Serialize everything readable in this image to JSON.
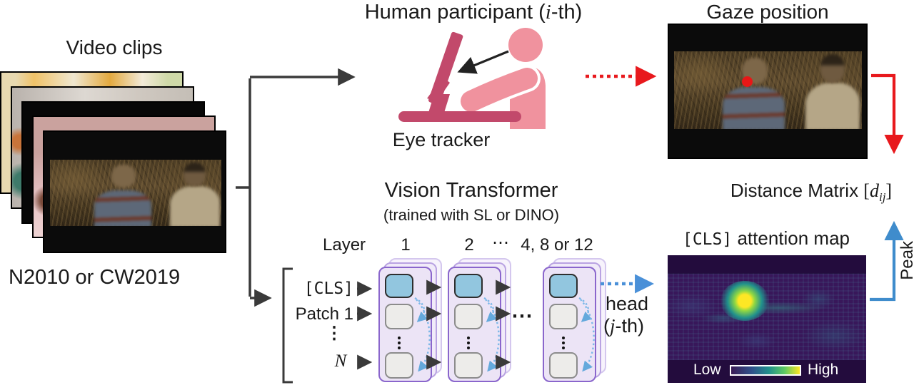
{
  "colors": {
    "line_black": "#3a3a3a",
    "arrow_red": "#e8191d",
    "arrow_blue": "#3f8ccc",
    "attention_arc_blue": "#7db8e8",
    "icon_pink_dark": "#c2496b",
    "icon_pink_light": "#f0929e",
    "block_border_purple": "#8a66cc",
    "block_fill_purple": "#ece4f6",
    "cls_token_blue": "#92c6df",
    "patch_token_gray": "#edecea",
    "heatmap_viridis_low": "#3b1c56",
    "heatmap_viridis_high": "#fde725",
    "gaze_dot_red": "#e81717"
  },
  "icons": {
    "eye_tracker": "person-seated-at-monitor-icon",
    "gaze_dot": "red-gaze-dot-icon",
    "token_vdots": "vertical-ellipsis-dots-icon"
  },
  "video_clips": {
    "title": "Video clips",
    "dataset_label": "N2010 or CW2019"
  },
  "participant": {
    "title_prefix": "Human participant (",
    "title_var": "i",
    "title_suffix": "-th)",
    "device_label": "Eye tracker"
  },
  "gaze": {
    "title": "Gaze position"
  },
  "distance_matrix": {
    "prefix": "Distance Matrix ",
    "open_bracket": "[",
    "var": "d",
    "subscript": "ij",
    "close_bracket": "]"
  },
  "vit": {
    "title": "Vision Transformer",
    "subtitle": "(trained with SL or DINO)",
    "layer_label": "Layer",
    "layer_ticks": [
      "1",
      "2",
      "⋯",
      "4, 8 or 12"
    ],
    "token_cls": "[CLS]",
    "token_patch": "Patch 1",
    "token_vdots": "⋮",
    "token_n": "N",
    "between_blocks_dots": "⋯",
    "head_label": "head",
    "head_prefix": "(",
    "head_var": "j",
    "head_suffix": "-th)"
  },
  "attention_map": {
    "title_cls": "[CLS]",
    "title_rest": " attention map",
    "low": "Low",
    "high": "High",
    "peak": "Peak"
  }
}
